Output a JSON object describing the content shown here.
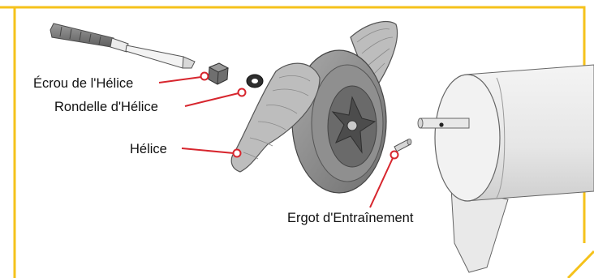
{
  "frame": {
    "border_color": "#f5c21b",
    "callout_color": "#d7262e"
  },
  "labels": {
    "propeller_nut": "Écrou de l'Hélice",
    "propeller_washer": "Rondelle d'Hélice",
    "propeller": "Hélice",
    "drive_pin": "Ergot d'Entraînement"
  }
}
